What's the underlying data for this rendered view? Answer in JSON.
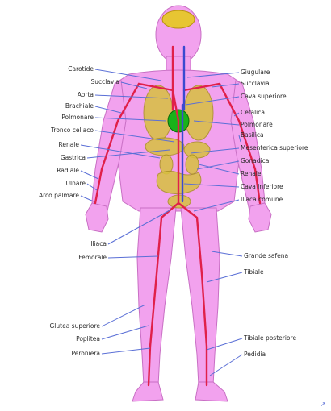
{
  "colors": {
    "body": "#f2a2ee",
    "body_outline": "#c86fc4",
    "artery": "#e0204a",
    "vein": "#3a4ad0",
    "organ_yellow": "#d8c040",
    "heart": "#19b319",
    "brain": "#e7c533",
    "leader": "#5a6fd6"
  },
  "labels": {
    "left": [
      "Carotide",
      "Succlavia",
      "Aorta",
      "Brachiale",
      "Polmonare",
      "Tronco celiaco",
      "Renale",
      "Gastrica",
      "Radiale",
      "Ulnare",
      "Arco palmare",
      "Iliaca",
      "Femorale",
      "Glutea superiore",
      "Poplitea",
      "Peroniera"
    ],
    "right": [
      "Giugulare",
      "Succlavia",
      "Cava superiore",
      "Cefalica",
      "Polmonare",
      "Basilica",
      "Mesenterica superiore",
      "Gonadica",
      "Renale",
      "Cava inferiore",
      "Iliaca comune",
      "Grande safena",
      "Tibiale",
      "Tibiale posteriore",
      "Pedidia"
    ]
  },
  "corner_mark": "↗"
}
